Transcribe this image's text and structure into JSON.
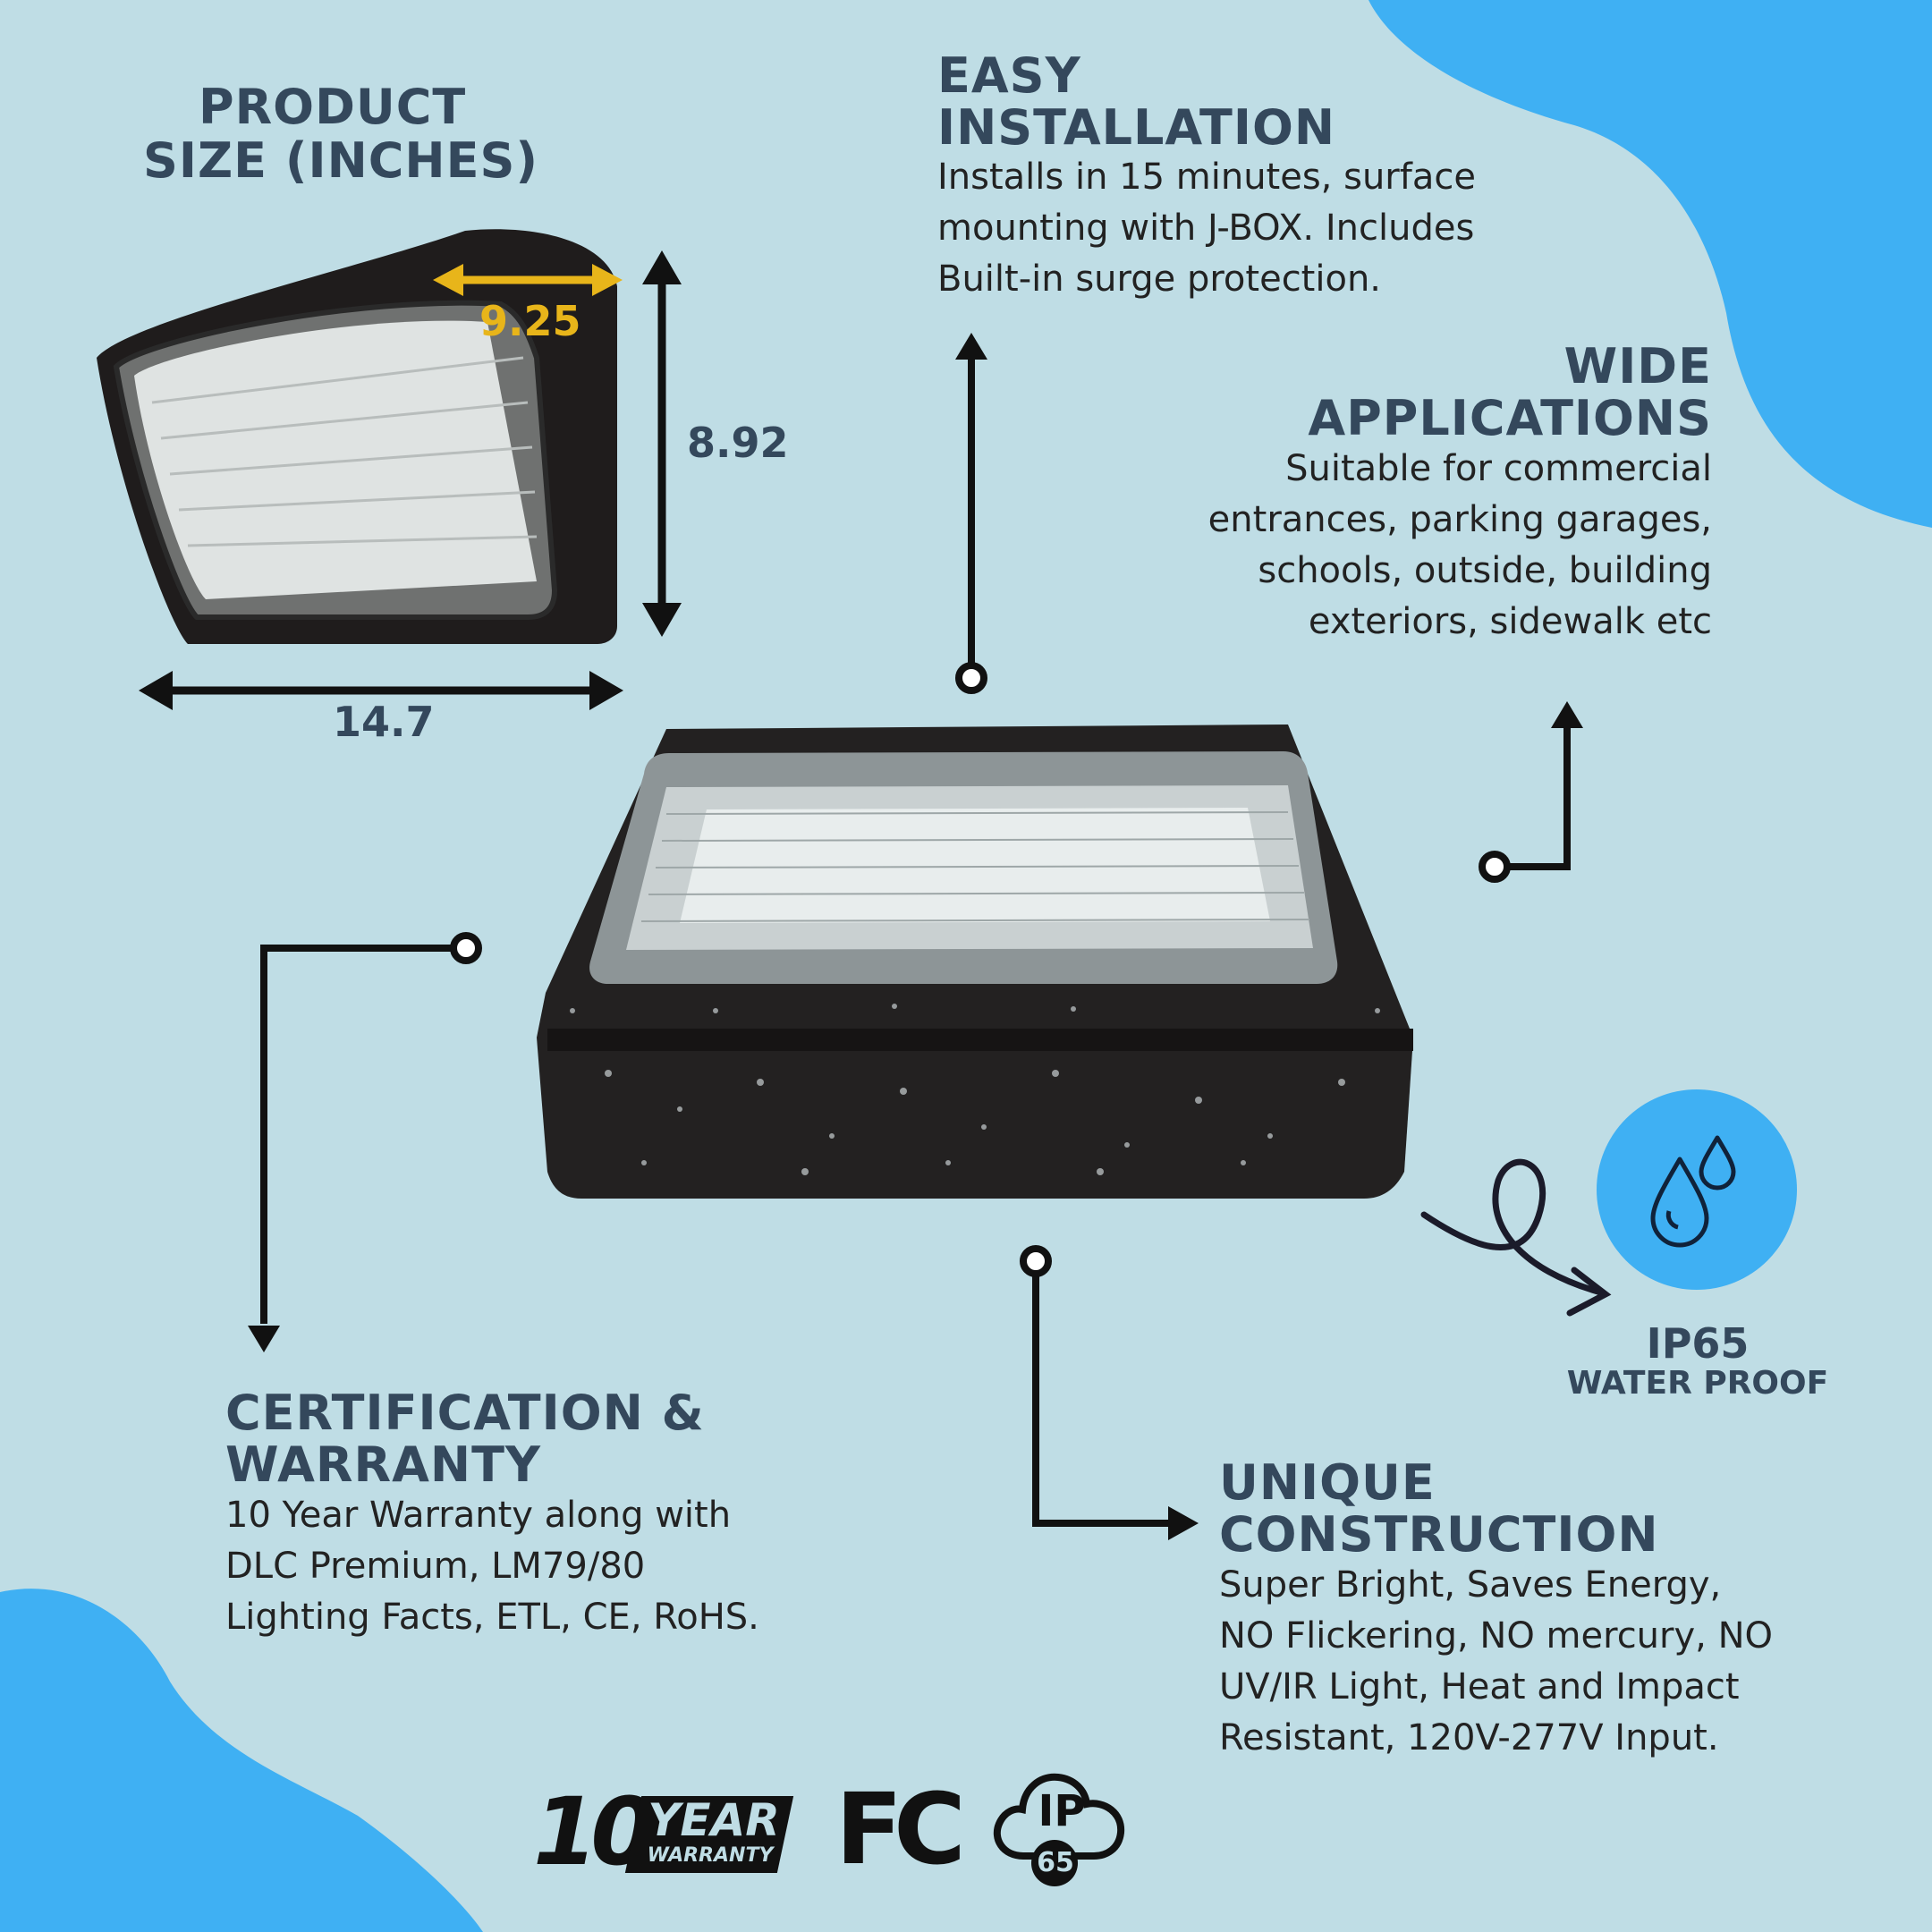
{
  "colors": {
    "background": "#bfdde5",
    "blob": "#3fb0f3",
    "heading": "#34485c",
    "accent_yellow": "#e8b51a",
    "line": "#111111"
  },
  "product_size": {
    "title_line1": "PRODUCT",
    "title_line2": "SIZE (INCHES)",
    "depth": "9.25",
    "height": "8.92",
    "width": "14.7"
  },
  "easy_installation": {
    "title_line1": "EASY",
    "title_line2": "INSTALLATION",
    "lines": [
      "Installs in 15 minutes, surface",
      "mounting with J-BOX. Includes",
      "Built-in surge protection."
    ]
  },
  "wide_applications": {
    "title_line1": "WIDE",
    "title_line2": "APPLICATIONS",
    "lines": [
      "Suitable for commercial",
      "entrances, parking garages,",
      "schools, outside, building",
      "exteriors, sidewalk etc"
    ]
  },
  "certification": {
    "title_line1": "CERTIFICATION &",
    "title_line2": "WARRANTY",
    "lines": [
      "10 Year Warranty along with",
      "DLC Premium, LM79/80",
      "Lighting Facts, ETL, CE, RoHS."
    ]
  },
  "unique_construction": {
    "title_line1": "UNIQUE",
    "title_line2": "CONSTRUCTION",
    "lines": [
      "Super Bright, Saves Energy,",
      "NO Flickering, NO mercury, NO",
      "UV/IR Light, Heat and Impact",
      "Resistant, 120V-277V Input."
    ]
  },
  "waterproof": {
    "rating": "IP65",
    "label": "WATER PROOF",
    "icon": "water-drops-icon"
  },
  "badges": {
    "warranty_number": "10",
    "warranty_year": "YEAR",
    "warranty_word": "WARRANTY",
    "fcc": "FC",
    "ip_top": "IP",
    "ip_bottom": "65"
  }
}
